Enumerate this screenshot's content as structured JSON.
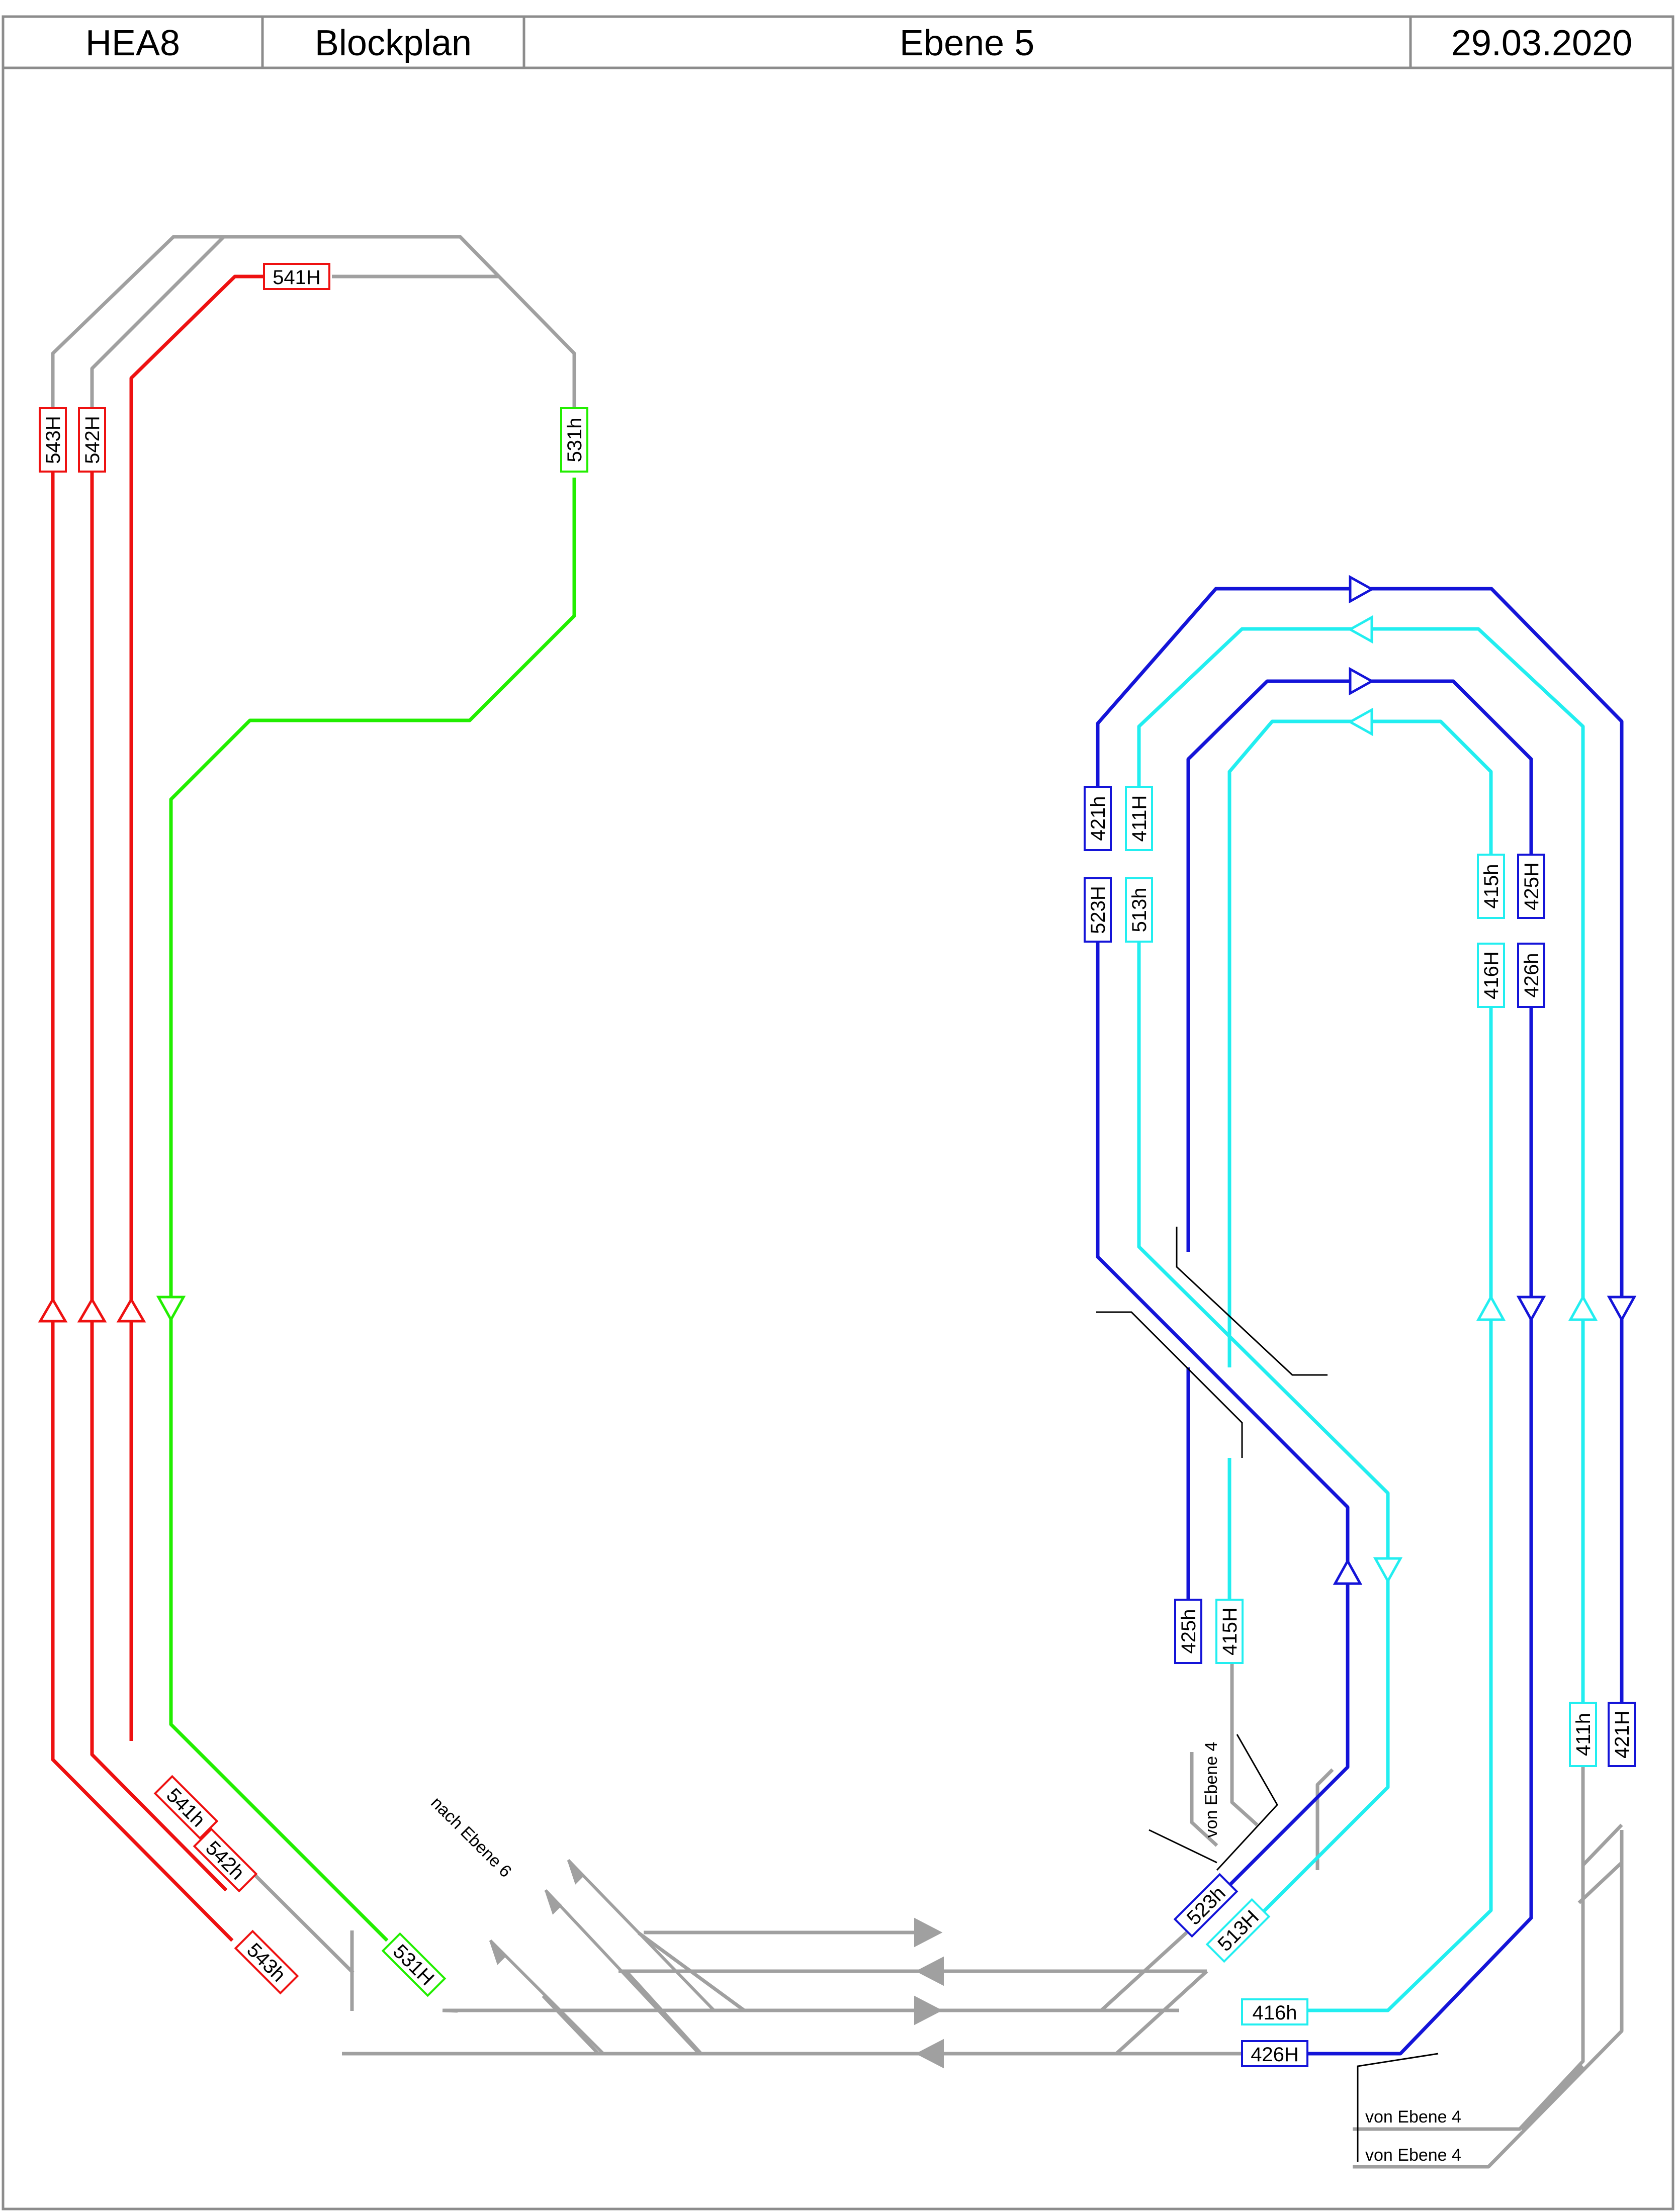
{
  "header": {
    "project": "HEA8",
    "plan_type": "Blockplan",
    "level": "Ebene 5",
    "date": "29.03.2020"
  },
  "colors": {
    "red": "#ee1111",
    "green": "#22ee00",
    "blue": "#1414d8",
    "cyan": "#22eef0",
    "gray": "#a0a0a0",
    "black": "#000000",
    "frame": "#8c8c8c"
  },
  "blocks": {
    "b541H": "541H",
    "b543H": "543H",
    "b542H": "542H",
    "b531h": "531h",
    "b421h": "421h",
    "b411H": "411H",
    "b523H": "523H",
    "b513h": "513h",
    "b415h": "415h",
    "b425H": "425H",
    "b416H": "416H",
    "b426h": "426h",
    "b425h": "425h",
    "b415H": "415H",
    "b411h": "411h",
    "b421H": "421H",
    "b541h": "541h",
    "b542h": "542h",
    "b543h": "543h",
    "b531H": "531H",
    "b523h": "523h",
    "b513H": "513H",
    "b416h": "416h",
    "b426H": "426H"
  },
  "notes": {
    "from_level4_a": "von Ebene 4",
    "from_level4_b": "von Ebene 4",
    "from_level4_c": "von Ebene 4",
    "to_level6": "nach Ebene 6"
  }
}
